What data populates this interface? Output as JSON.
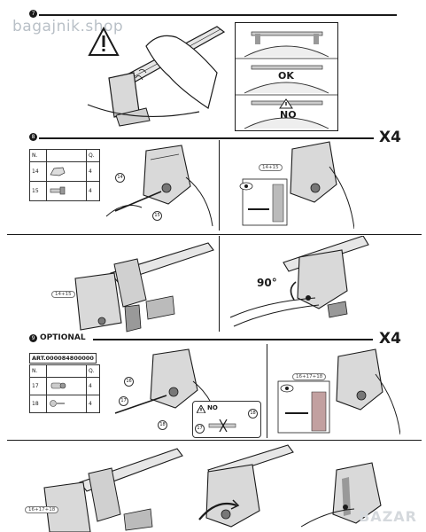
{
  "watermark": "bagajnik.shop",
  "steps": {
    "s1": "7",
    "s2": "8",
    "s3": "9"
  },
  "labels": {
    "ok": "OK",
    "no": "NO",
    "x4_top": "X4",
    "x4_bottom": "X4",
    "optional": "OPTIONAL",
    "torque": "90°",
    "no_small": "NO",
    "art": "ART.000084800000"
  },
  "tags": {
    "t1": "14+15",
    "t2": "14+15",
    "t3": "16+17+18",
    "t4": "16+17+18"
  },
  "table1": {
    "head_n": "N.",
    "head_q": "Q.",
    "rows": [
      {
        "n": "14",
        "q": "4"
      },
      {
        "n": "15",
        "q": "4"
      }
    ]
  },
  "table2": {
    "head_n": "N.",
    "head_q": "Q.",
    "rows": [
      {
        "n": "17",
        "q": "4"
      },
      {
        "n": "18",
        "q": "4"
      }
    ]
  },
  "callouts": {
    "c14": "14",
    "c15": "15",
    "c16": "16",
    "c17": "17",
    "c18": "18",
    "c18b": "18",
    "c17b": "17"
  },
  "brand": "BAZAR"
}
